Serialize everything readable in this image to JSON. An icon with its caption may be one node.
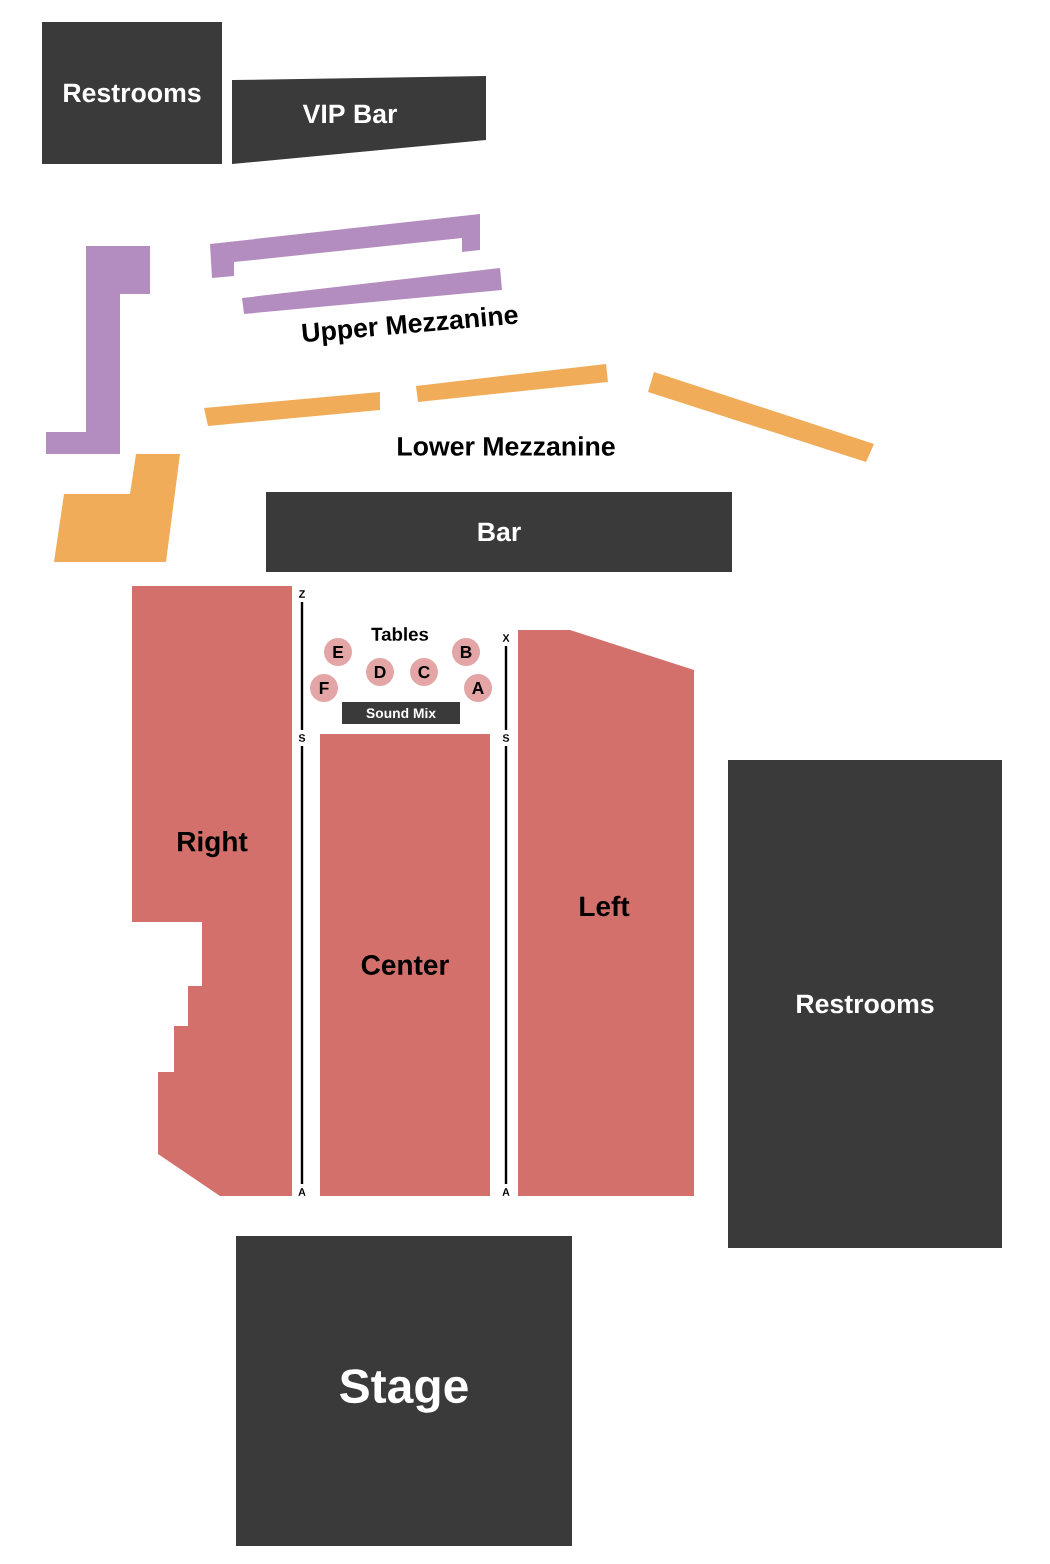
{
  "diagram": {
    "nodes": [
      {
        "text": [
          "Restrooms"
        ]
      },
      {
        "text": [
          "VIP Bar"
        ]
      },
      {
        "text": [
          "Bar"
        ]
      },
      {
        "text": [
          "Right"
        ]
      },
      {
        "text": [
          "E"
        ]
      },
      {
        "text": [
          "F"
        ]
      },
      {
        "text": [
          "D"
        ]
      },
      {
        "text": [
          "C"
        ]
      },
      {
        "text": [
          "B"
        ]
      },
      {
        "text": [
          "A"
        ]
      },
      {
        "text": [
          "Sound Mix"
        ]
      },
      {
        "text": [
          "Center"
        ]
      },
      {
        "text": [
          "Left"
        ]
      },
      {
        "text": [
          "Restrooms"
        ]
      },
      {
        "text": [
          "Stage"
        ]
      },
      {
        "text": [],
        "shape": "bar"
      },
      {
        "text": [],
        "shape": "bar"
      },
      {
        "text": [],
        "shape": "bar"
      },
      {
        "text": [],
        "shape": "bar"
      },
      {
        "text": [],
        "shape": "bar"
      },
      {
        "text": [],
        "shape": "bar"
      },
      {
        "text": [],
        "shape": "bar"
      }
    ],
    "labels": [
      "Upper Mezzanine",
      "Lower Mezzanine",
      "Tables",
      "Z",
      "X",
      "S",
      "S",
      "A",
      "A"
    ]
  }
}
